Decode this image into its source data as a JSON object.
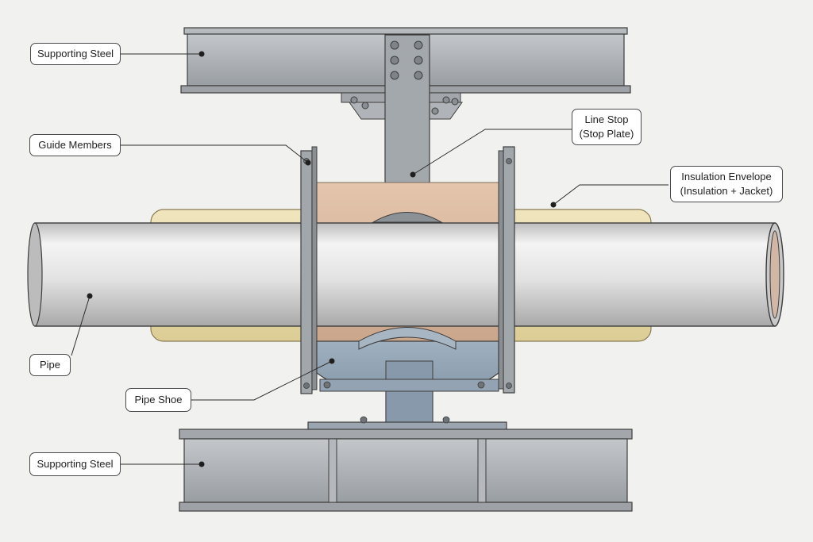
{
  "labels": {
    "supporting_steel_top": "Supporting Steel",
    "guide_members": "Guide Members",
    "line_stop_line1": "Line Stop",
    "line_stop_line2": "(Stop Plate)",
    "insulation_line1": "Insulation Envelope",
    "insulation_line2": "(Insulation + Jacket)",
    "pipe": "Pipe",
    "pipe_shoe": "Pipe Shoe",
    "supporting_steel_bottom": "Supporting Steel"
  },
  "colors": {
    "steel": "#a7abaf",
    "steel_dark": "#6e7378",
    "pipe": "#d9d9d9",
    "insulation": "#e8dcae",
    "insulation_inner": "#d8b79e",
    "shoe": "#8fa2b3",
    "outline": "#3d3d3d"
  }
}
